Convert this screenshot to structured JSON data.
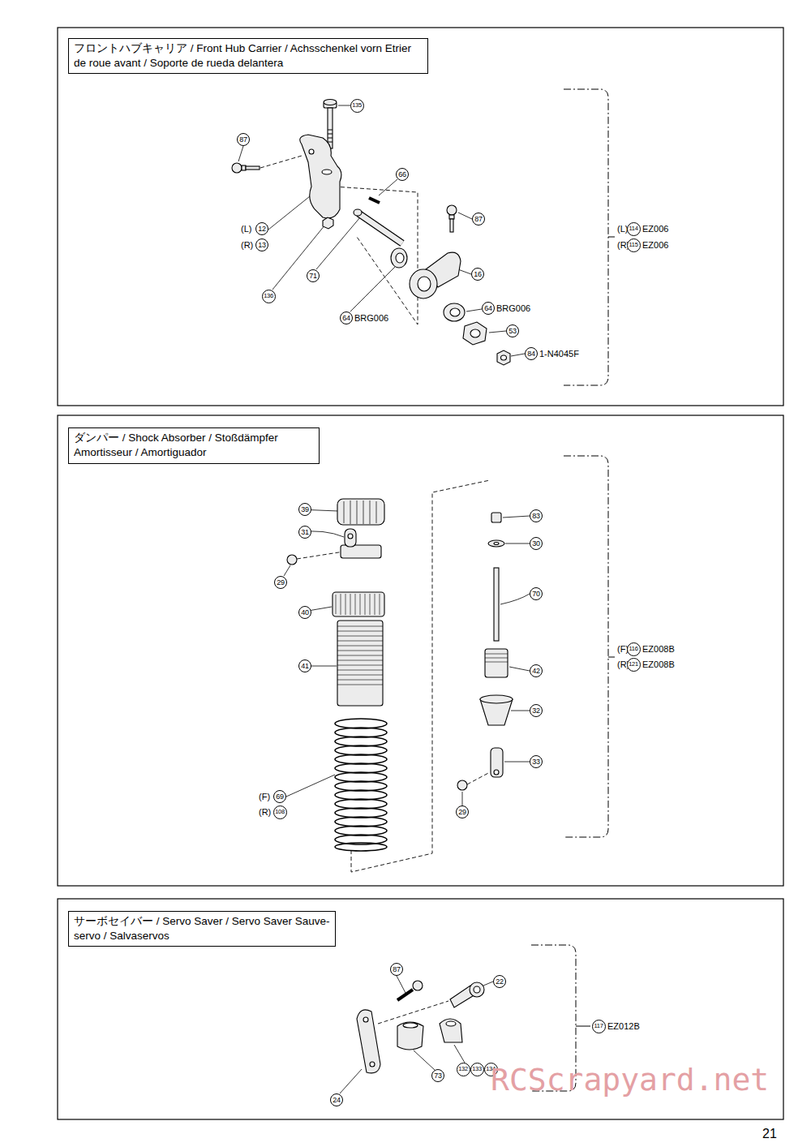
{
  "diagram": {
    "nodes": [
      {
        "text": [
          "フロントハブキャリア / Front Hub Carrier / Achsschenkel vorn Etrier de roue avant / Soporte de rueda delantera"
        ]
      },
      {
        "text": [
          "ダンパー / Shock Absorber / Stoßdämpfer Amortisseur / Amortiguador"
        ]
      },
      {
        "text": [
          "サーボセイバー / Servo Saver / Servo Saver Sauve-servo / Salvaservos"
        ]
      }
    ],
    "labels": [
      "135",
      "87",
      "66",
      "87",
      "(L)",
      "12",
      "(R)",
      "13",
      "16",
      "71",
      "136",
      "64",
      "BRG006",
      "53",
      "64",
      "BRG006",
      "84",
      "1-N4045F",
      "(L)",
      "114",
      "EZ006",
      "(R)",
      "115",
      "EZ006",
      "39",
      "31",
      "29",
      "40",
      "41",
      "(F)",
      "69",
      "(R)",
      "108",
      "83",
      "30",
      "70",
      "42",
      "32",
      "33",
      "29",
      "(F)",
      "116",
      "EZ008B",
      "(R)",
      "121",
      "EZ008B",
      "87",
      "22",
      "117",
      "EZ012B",
      "132",
      "133",
      "134",
      "24",
      "73",
      "RCScrapyard.net",
      "21"
    ]
  }
}
